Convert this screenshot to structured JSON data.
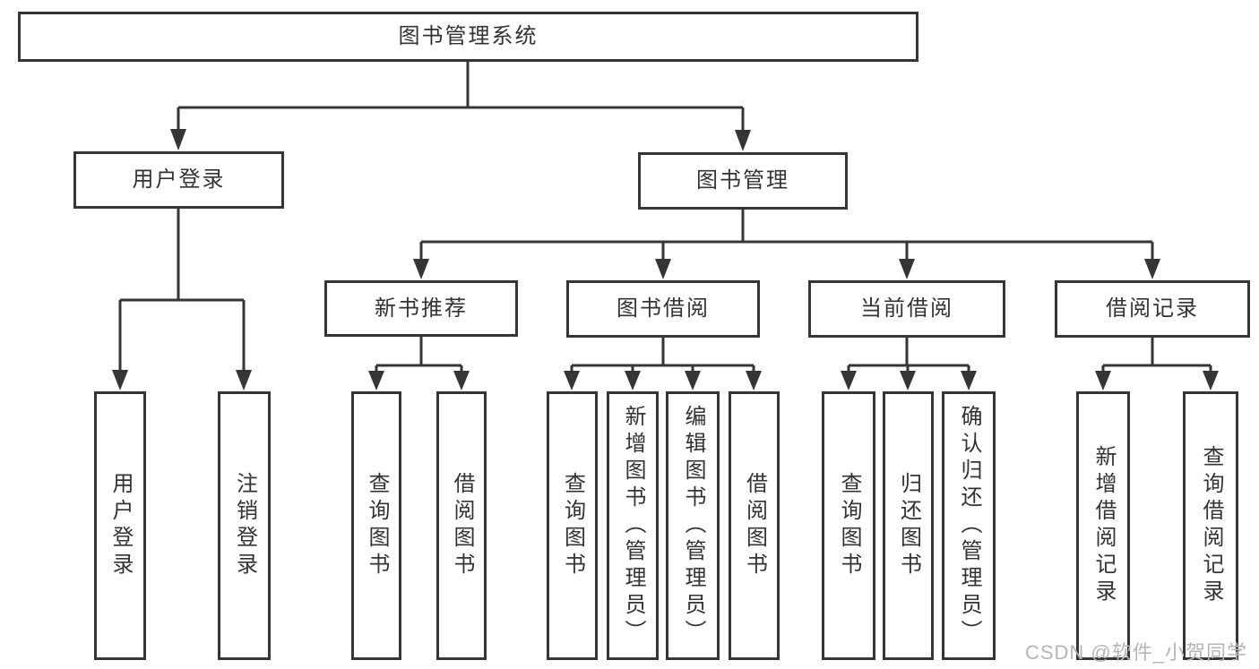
{
  "diagram": {
    "root": {
      "label": "图书管理系统"
    },
    "branches": [
      {
        "label": "用户登录",
        "children": [
          {
            "label": "用户登录"
          },
          {
            "label": "注销登录"
          }
        ]
      },
      {
        "label": "图书管理",
        "children": [
          {
            "label": "新书推荐",
            "children": [
              {
                "label": "查询图书"
              },
              {
                "label": "借阅图书"
              }
            ]
          },
          {
            "label": "图书借阅",
            "children": [
              {
                "label": "查询图书"
              },
              {
                "label": "新增图书（管理员）"
              },
              {
                "label": "编辑图书（管理员）"
              },
              {
                "label": "借阅图书"
              }
            ]
          },
          {
            "label": "当前借阅",
            "children": [
              {
                "label": "查询图书"
              },
              {
                "label": "归还图书"
              },
              {
                "label": "确认归还（管理员）"
              }
            ]
          },
          {
            "label": "借阅记录",
            "children": [
              {
                "label": "新增借阅记录"
              },
              {
                "label": "查询借阅记录"
              }
            ]
          }
        ]
      }
    ]
  },
  "watermark": {
    "text": "CSDN @软件_小贺同学"
  },
  "colors": {
    "line": "#353535",
    "text": "#333333",
    "watermark": "#b5b5b5",
    "background": "#ffffff"
  }
}
